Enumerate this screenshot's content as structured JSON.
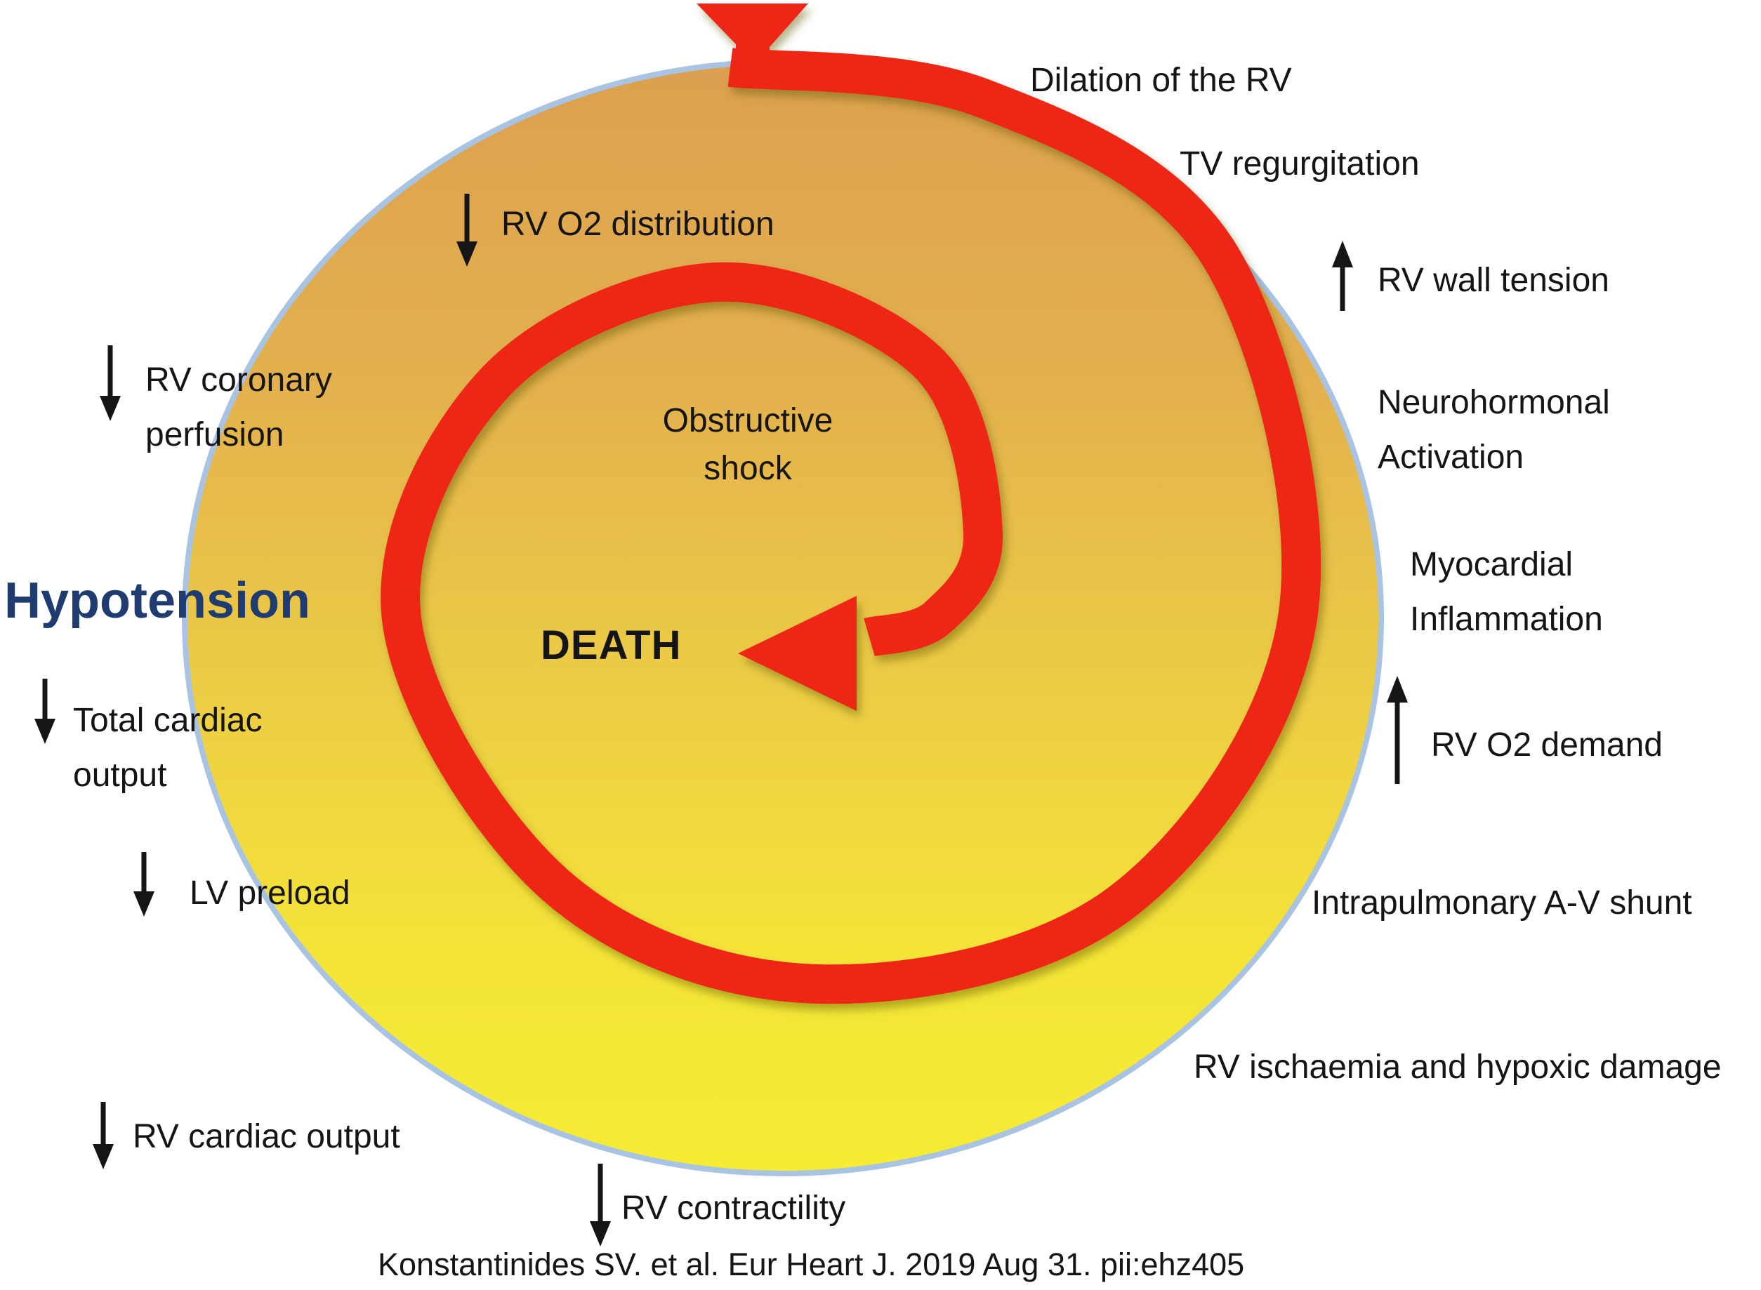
{
  "colors": {
    "spiral_red": "#ee2519",
    "circle_border": "#a9c4e3",
    "gradient_top": "#dca050",
    "gradient_upper_mid": "#e3b04e",
    "gradient_mid": "#eccb45",
    "gradient_lower_mid": "#f4e438",
    "gradient_bottom": "#f6ec33",
    "hypotension_navy": "#1e3c6f",
    "text_black": "#151515"
  },
  "center": {
    "obstructive_shock": "Obstructive\nshock",
    "death": "DEATH"
  },
  "outer_labels": {
    "dilation_rv": "Dilation of the RV",
    "tv_regurgitation": "TV regurgitation",
    "rv_wall_tension": "RV wall tension",
    "neurohormonal_activation": "Neurohormonal\nActivation",
    "myocardial_inflammation": "Myocardial\nInflammation",
    "rv_o2_demand": "RV O2 demand",
    "intrapulmonary_av_shunt": "Intrapulmonary A-V shunt",
    "rv_ischaemia": "RV ischaemia and hypoxic damage",
    "rv_contractility": "RV contractility",
    "rv_cardiac_output": "RV cardiac output",
    "lv_preload": "LV preload",
    "total_cardiac_output": "Total cardiac\noutput",
    "hypotension": "Hypotension",
    "rv_coronary_perfusion": "RV coronary\nperfusion",
    "rv_o2_distribution": "RV O2 distribution"
  },
  "citation": "Konstantinides SV. et al. Eur Heart J. 2019 Aug 31. pii:ehz405"
}
